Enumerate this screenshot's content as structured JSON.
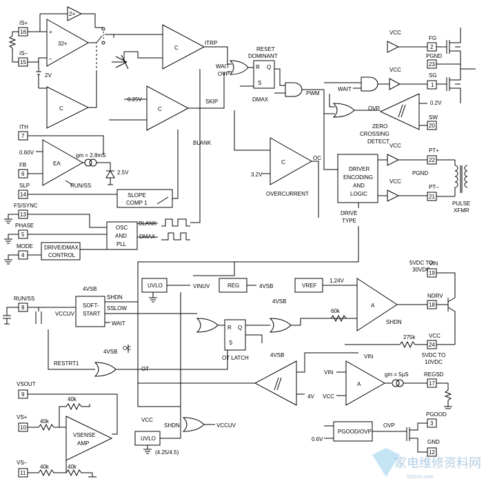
{
  "pins": {
    "p16": "16",
    "p15": "15",
    "p7": "7",
    "p6": "6",
    "p14": "14",
    "p13": "13",
    "p5": "5",
    "p4": "4",
    "p8": "8",
    "p9": "9",
    "p10": "10",
    "p11": "11",
    "p2": "2",
    "p23": "23",
    "p1": "1",
    "p20": "20",
    "p22": "22",
    "p21": "21",
    "p19": "19",
    "p18": "18",
    "p24": "24",
    "p17": "17",
    "p3": "3",
    "p12": "12"
  },
  "pin_labels": {
    "is_plus": "IS+",
    "is_minus": "IS–",
    "ith": "ITH",
    "fb": "FB",
    "slp": "SLP",
    "fs_sync": "FS/SYNC",
    "phase": "PHASE",
    "mode": "MODE",
    "run_ss": "RUN/SS",
    "vsout": "VSOUT",
    "vs_plus": "VS+",
    "vs_minus": "VS–",
    "fg": "FG",
    "pgnd": "PGND",
    "sg": "SG",
    "sw": "SW",
    "pt_plus": "PT+",
    "pt_minus": "PT–",
    "vin": "VIN",
    "ndrv": "NDRV",
    "vcc": "VCC",
    "regsd": "REGSD",
    "pgood": "PGOOD",
    "gnd": "GND"
  },
  "blocks": {
    "two_x": "2×",
    "gain_32": "32×",
    "c": "C",
    "ea": "EA",
    "slope_comp_1": "SLOPE",
    "slope_comp_2": "COMP 1",
    "osc1": "OSC",
    "osc2": "AND",
    "osc3": "PLL",
    "drive1": "DRIVE/DMAX",
    "drive2": "CONTROL",
    "soft1": "SOFT-",
    "soft2": "START",
    "uvlo": "UVLO",
    "reg": "REG",
    "vref": "VREF",
    "a": "A",
    "rs_r": "R",
    "rs_s": "S",
    "rs_q": "Q",
    "ot_latch": "OT LATCH",
    "drv1": "DRIVER",
    "drv2": "ENCODING",
    "drv3": "AND",
    "drv4": "LOGIC",
    "vsense1": "VSENSE",
    "vsense2": "AMP",
    "pgood_ovp": "PGOOD/OVP",
    "zc1": "ZERO",
    "zc2": "CROSSING",
    "zc3": "DETECT"
  },
  "labels": {
    "itrp": "ITRP",
    "reset_dom1": "RESET",
    "reset_dom2": "DOMINANT",
    "wait": "WAIT",
    "ovp": "OVP",
    "skip": "SKIP",
    "dmax": "DMAX",
    "pwm": "PWM",
    "blank": "BLANK",
    "oc": "OC",
    "overcurrent": "OVERCURRENT",
    "v060": "0.60V",
    "v025": "0.25V",
    "v32": "3.2V",
    "v25": "2.5V",
    "v2": "2V",
    "v02": "0.2V",
    "v4": "4V",
    "v06": "0.6V",
    "gm28": "gm = 2.8mS",
    "gm5": "gm = 5µS",
    "run_ss_lbl": "RUN/SS",
    "drive_type1": "DRIVE",
    "drive_type2": "TYPE",
    "pulse1": "PULSE",
    "pulse2": "XFMR",
    "vcc": "VCC",
    "vin": "VIN",
    "vccuv": "VCCUV",
    "vinuv": "VINUV",
    "vsb": "4VSB",
    "v124": "1.24V",
    "r60k": "60k",
    "r275k": "275k",
    "r40k": "40k",
    "r40k_b": "40k",
    "r10k": "40k",
    "r10k_b": "40k",
    "shdn": "SHDN",
    "sslow": "SSLOW",
    "restrt1": "RESTRT1",
    "ot": "OT",
    "vin_rng1": "5VDC TO",
    "vin_rng2": "30VDC",
    "vcc_rng1": "5VDC TO",
    "vcc_rng2": "10VDC",
    "uvlo_th": "(4.25/4.5)",
    "pgnd_lbl": "PGND"
  },
  "watermark": {
    "cn": "家电维修资料网",
    "url": "520101.com"
  }
}
